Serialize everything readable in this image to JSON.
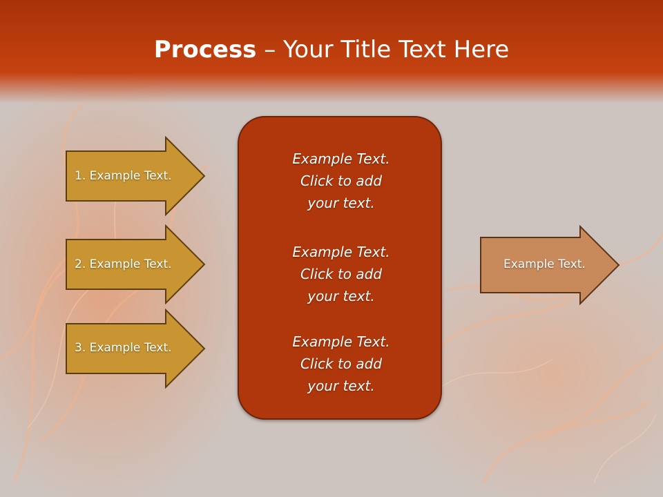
{
  "title": {
    "bold": "Process",
    "rest": " – Your Title Text Here"
  },
  "left_arrows": [
    {
      "label": "1. Example Text."
    },
    {
      "label": "2. Example Text."
    },
    {
      "label": "3. Example Text."
    }
  ],
  "center_box": {
    "paragraphs": [
      {
        "lines": [
          "Example Text.",
          "Click  to add",
          "your text."
        ]
      },
      {
        "lines": [
          "Example Text.",
          "Click  to add",
          "your text."
        ]
      },
      {
        "lines": [
          "Example Text.",
          "Click  to add",
          "your text."
        ]
      }
    ]
  },
  "right_arrow": {
    "label": "Example Text."
  },
  "colors": {
    "title_band": "#c54210",
    "left_arrow_fill": "#c89532",
    "center_box_fill": "#b0370b",
    "right_arrow_fill": "#c98a5b"
  }
}
